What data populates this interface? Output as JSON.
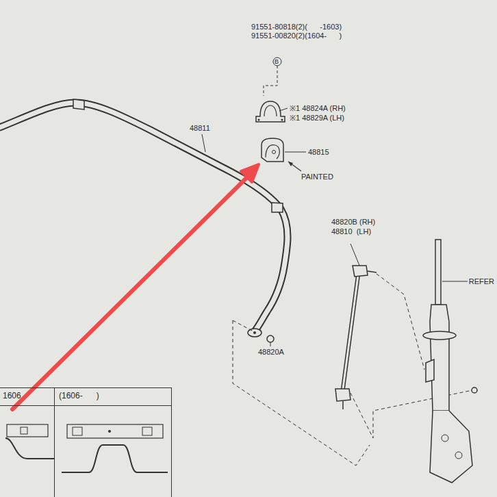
{
  "diagram": {
    "nodes": [
      {
        "text": [
          "1606"
        ]
      },
      {
        "text": [
          "(1606-      )"
        ]
      }
    ],
    "labels": [
      "91551-80818(2)(      -1603)",
      "91551-00820(2)(1604-      )",
      "B",
      "※1 48824A (RH)",
      "※1 48829A (LH)",
      "48811",
      "48815",
      "PAINTED",
      "48820B (RH)",
      "48810  (LH)",
      "REFER",
      "48820A"
    ]
  }
}
